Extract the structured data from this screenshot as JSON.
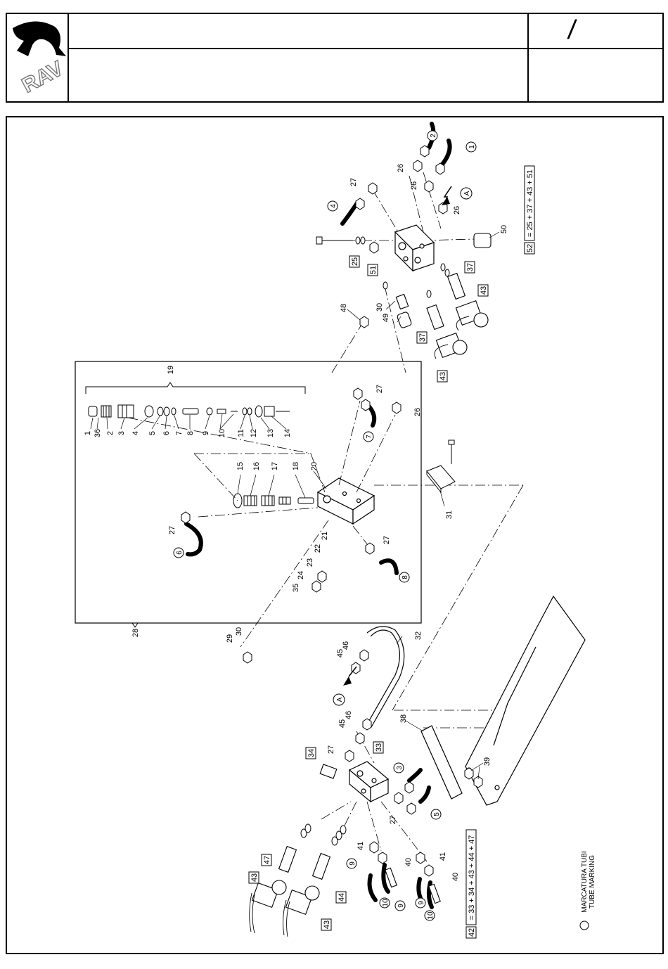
{
  "header": {
    "logo_text": "RAV",
    "title": "",
    "subtitle": "",
    "page_separator": "/",
    "code": ""
  },
  "diagram": {
    "callouts": {
      "c1": "1",
      "c2": "2",
      "c3": "3",
      "c4": "4",
      "c5": "5",
      "c6": "6",
      "c7": "7",
      "c8": "8",
      "c9": "9",
      "c10": "10",
      "c11": "11",
      "c12": "12",
      "c13": "13",
      "c14": "14",
      "c15": "15",
      "c16": "16",
      "c17": "17",
      "c18": "18",
      "c19": "19",
      "c20": "20",
      "c21": "21",
      "c22": "22",
      "c23": "23",
      "c24": "24",
      "c26": "26",
      "c27": "27",
      "c28": "28",
      "c29": "29",
      "c30": "30",
      "c31": "31",
      "c32": "32",
      "c35": "35",
      "c36": "36",
      "c38": "38",
      "c39": "39",
      "c40": "40",
      "c41": "41",
      "c45": "45",
      "c46": "46",
      "c48": "48",
      "c49": "49",
      "c50": "50"
    },
    "boxed": {
      "b25": "25",
      "b33": "33",
      "b34": "34",
      "b37": "37",
      "b43": "43",
      "b44": "44",
      "b47": "47",
      "b51": "51",
      "b52": "52",
      "b42": "42"
    },
    "circled": {
      "t1": "1",
      "t2": "2",
      "t3": "3",
      "t4": "4",
      "t5": "5",
      "t6": "6",
      "t7": "7",
      "t8": "8",
      "t9": "9",
      "t10": "10",
      "tA": "A"
    },
    "formula_52": "= 25 + 37 + 43 + 51",
    "formula_42": "= 33 + 34 + 43 + 44 + 47",
    "legend_line1": "MARCATURA TUBI",
    "legend_line2": "TUBE MARKING"
  }
}
